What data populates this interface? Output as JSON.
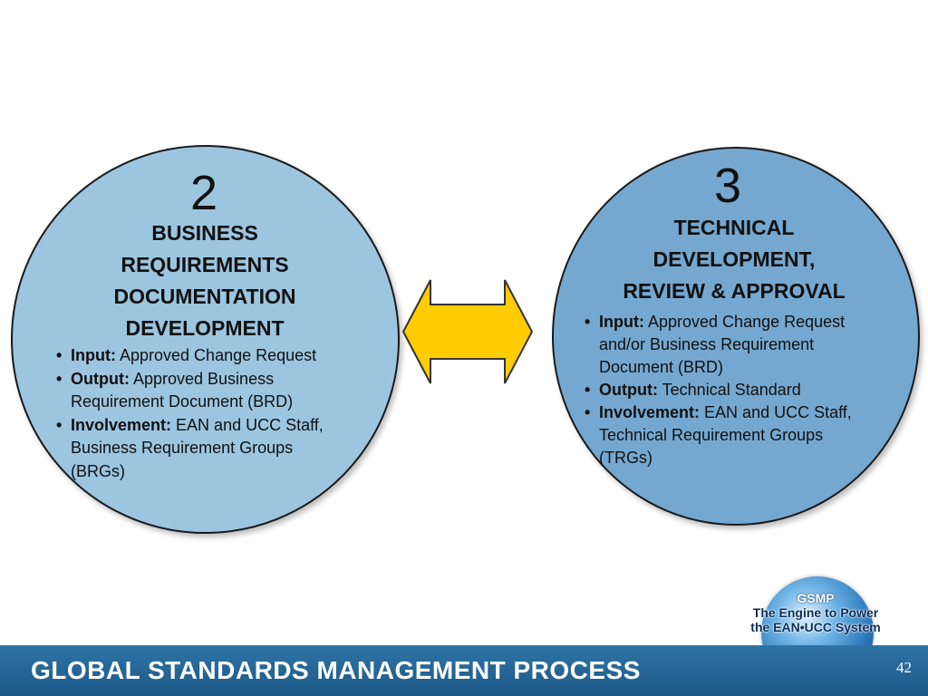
{
  "left_circle": {
    "number": "2",
    "title_lines": [
      "BUSINESS",
      "REQUIREMENTS",
      "DOCUMENTATION",
      "DEVELOPMENT"
    ],
    "bullets": [
      {
        "label": "Input:",
        "lines": [
          "Approved Change Request"
        ]
      },
      {
        "label": "Output:",
        "lines": [
          "Approved Business",
          "Requirement Document (BRD)"
        ]
      },
      {
        "label": "Involvement:",
        "lines": [
          "EAN and UCC Staff,",
          "Business Requirement Groups",
          "(BRGs)"
        ]
      }
    ]
  },
  "right_circle": {
    "number": "3",
    "title_lines": [
      "TECHNICAL",
      "DEVELOPMENT,",
      "REVIEW & APPROVAL"
    ],
    "bullets": [
      {
        "label": "Input:",
        "lines": [
          "Approved Change Request",
          "and/or Business Requirement",
          "Document (BRD)"
        ]
      },
      {
        "label": "Output:",
        "lines": [
          "Technical Standard"
        ]
      },
      {
        "label": "Involvement:",
        "lines": [
          "EAN and UCC Staff,",
          "Technical Requirement Groups",
          "(TRGs)"
        ]
      }
    ]
  },
  "logo": {
    "line1": "GSMP",
    "line2": "The Engine to Power",
    "line3": "the EAN•UCC System"
  },
  "footer": {
    "title": "GLOBAL STANDARDS MANAGEMENT PROCESS",
    "slide_number": "42"
  },
  "colors": {
    "left_circle_fill": "#9cc5e0",
    "right_circle_fill": "#75a8d0",
    "arrow_fill": "#ffcc00",
    "footer_bar": "#236395"
  },
  "icons": {
    "arrow": "double-headed-arrow",
    "logo": "globe-icon"
  }
}
